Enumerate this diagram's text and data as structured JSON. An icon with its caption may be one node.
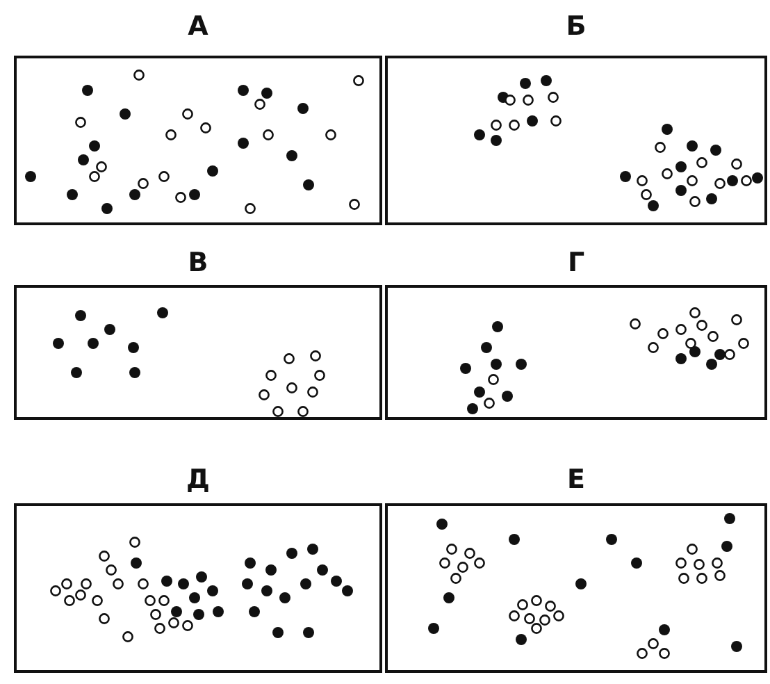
{
  "diagram": {
    "nodes": [
      {
        "text": [
          "А"
        ]
      },
      {
        "text": [
          "Б"
        ]
      },
      {
        "text": [
          "В"
        ]
      },
      {
        "text": [
          "Г"
        ]
      },
      {
        "text": [
          "Д"
        ]
      },
      {
        "text": [
          "Е"
        ]
      }
    ]
  }
}
